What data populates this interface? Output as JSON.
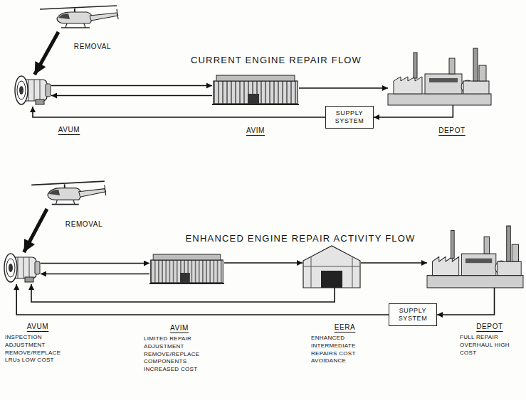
{
  "diagram": {
    "nodes": [
      {
        "text": [
          "REMOVAL"
        ]
      },
      {
        "text": [
          "AVUM"
        ]
      },
      {
        "text": [
          "AVIM"
        ]
      },
      {
        "text": [
          "DEPOT"
        ]
      },
      {
        "text": [
          "SUPPLY SYSTEM"
        ]
      },
      {
        "text": [
          "REMOVAL"
        ]
      },
      {
        "text": [
          "AVUM",
          "INSPECTION ADJUSTMENT REMOVE/REPLACE LRUs LOW COST"
        ]
      },
      {
        "text": [
          "AVIM",
          "LIMITED REPAIR ADJUSTMENT REMOVE/REPLACE COMPONENTS INCREASED COST"
        ]
      },
      {
        "text": [
          "EERA",
          "ENHANCED INTERMEDIATE REPAIRS COST AVOIDANCE"
        ]
      },
      {
        "text": [
          "DEPOT",
          "FULL REPAIR OVERHAUL HIGH COST"
        ]
      },
      {
        "text": [
          "SUPPLY SYSTEM"
        ]
      }
    ],
    "edges": [
      {
        "from": 0,
        "to": 1,
        "arrow": "to"
      },
      {
        "from": 1,
        "to": 2,
        "arrow": "to"
      },
      {
        "from": 2,
        "to": 1,
        "arrow": "to"
      },
      {
        "from": 2,
        "to": 3,
        "arrow": "to"
      },
      {
        "from": 3,
        "to": 4,
        "arrow": "to"
      },
      {
        "from": 4,
        "to": 1,
        "arrow": "to"
      },
      {
        "from": 5,
        "to": 6,
        "arrow": "to"
      },
      {
        "from": 6,
        "to": 7,
        "arrow": "to"
      },
      {
        "from": 7,
        "to": 6,
        "arrow": "to"
      },
      {
        "from": 7,
        "to": 8,
        "arrow": "to"
      },
      {
        "from": 8,
        "to": 9,
        "arrow": "to"
      },
      {
        "from": 8,
        "to": 6,
        "arrow": "to"
      },
      {
        "from": 9,
        "to": 10,
        "arrow": "to"
      },
      {
        "from": 10,
        "to": 6,
        "arrow": "to"
      }
    ],
    "labels": [
      "CURRENT ENGINE REPAIR FLOW",
      "ENHANCED ENGINE REPAIR ACTIVITY FLOW"
    ]
  }
}
